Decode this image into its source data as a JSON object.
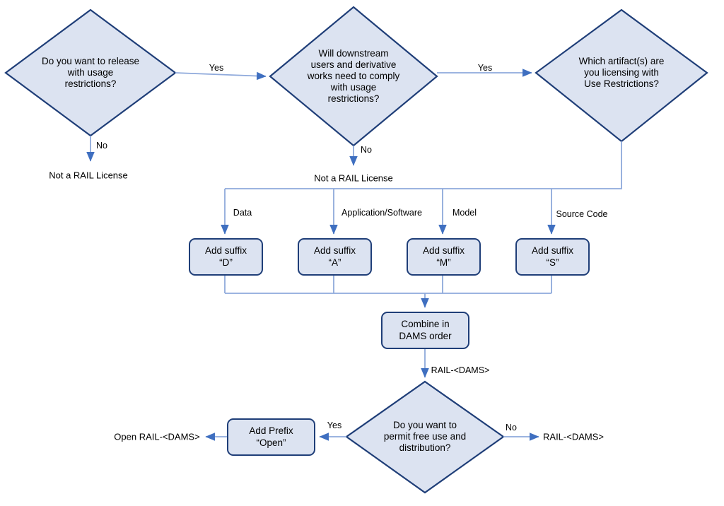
{
  "diagram": {
    "title": "RAIL License Selection Flowchart",
    "colors": {
      "shape_fill": "#dce3f1",
      "shape_border": "#1f3e78",
      "connector": "#8ea9db",
      "arrowhead": "#3f6fc0",
      "text": "#000000",
      "background": "#ffffff"
    },
    "decisions": [
      {
        "id": "d1",
        "name": "release-with-usage-restrictions",
        "text": "Do you want to release with usage restrictions?",
        "lines": [
          "Do you want to",
          "release with",
          "usage",
          "restrictions?"
        ]
      },
      {
        "id": "d2",
        "name": "downstream-comply",
        "text": "Will downstream users and derivative works need to comply with usage restrictions?",
        "lines": [
          "Will",
          "downstream",
          "users and",
          "derivative works",
          "need to comply",
          "with usage",
          "restrictions?"
        ]
      },
      {
        "id": "d3",
        "name": "which-artifacts",
        "text": "Which artifact(s) are you licensing with Use Restrictions?",
        "lines": [
          "Which artifact(s)",
          "are you licensing",
          "with Use",
          "Restrictions?"
        ]
      },
      {
        "id": "d4",
        "name": "permit-free-use",
        "text": "Do you want to permit free use and distribution?",
        "lines": [
          "Do you want",
          "to permit free",
          "use and",
          "distribution?"
        ]
      }
    ],
    "processes": [
      {
        "id": "p_d",
        "name": "add-suffix-d",
        "lines": [
          "Add suffix",
          "“D”"
        ]
      },
      {
        "id": "p_a",
        "name": "add-suffix-a",
        "lines": [
          "Add suffix",
          "“A”"
        ]
      },
      {
        "id": "p_m",
        "name": "add-suffix-m",
        "lines": [
          "Add suffix",
          "“M”"
        ]
      },
      {
        "id": "p_s",
        "name": "add-suffix-s",
        "lines": [
          "Add suffix",
          "“S”"
        ]
      },
      {
        "id": "p_combine",
        "name": "combine-in-dams-order",
        "lines": [
          "Combine in",
          "DAMS order"
        ]
      },
      {
        "id": "p_prefix",
        "name": "add-prefix-open",
        "lines": [
          "Add Prefix",
          "“Open”"
        ]
      }
    ],
    "edge_labels": {
      "yes_1": "Yes",
      "no_1": "No",
      "yes_2": "Yes",
      "no_2": "No",
      "branch_data": "Data",
      "branch_application": "Application/Software",
      "branch_model": "Model",
      "branch_source_code": "Source Code",
      "rail_dams_mid": "RAIL-<DAMS>",
      "yes_3": "Yes",
      "no_3": "No"
    },
    "terminals": {
      "not_rail_1": "Not a RAIL License",
      "not_rail_2": "Not a RAIL License",
      "open_rail_dams": "Open RAIL-<DAMS>",
      "rail_dams": "RAIL-<DAMS>"
    }
  }
}
